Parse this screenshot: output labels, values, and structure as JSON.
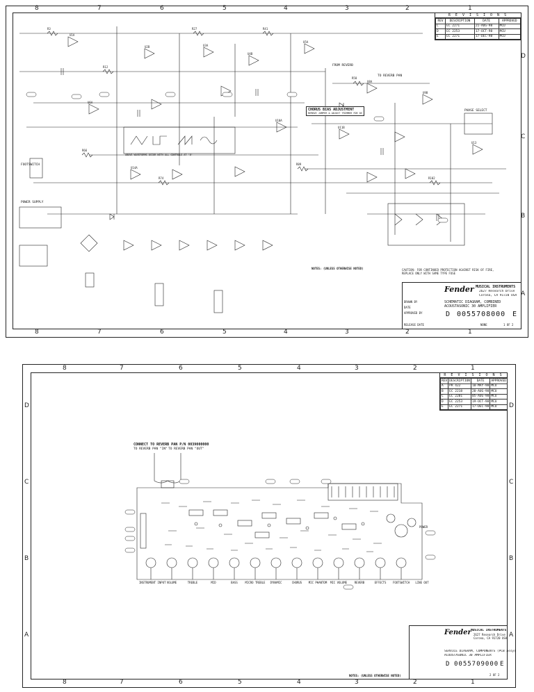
{
  "sheet1": {
    "zone_cols": [
      "8",
      "7",
      "6",
      "5",
      "4",
      "3",
      "2",
      "1"
    ],
    "zone_rows": [
      "D",
      "C",
      "B",
      "A"
    ],
    "revisions": {
      "heading": "R E V I S I O N S",
      "columns": [
        "REV",
        "DESCRIPTION",
        "DATE",
        "APPROVED"
      ],
      "rows": [
        [
          "C",
          "EC 2271",
          "21-AUG-98",
          "MCU"
        ],
        [
          "D",
          "EC 2253",
          "17-OCT-98",
          "MCU"
        ],
        [
          "E",
          "EC 2271",
          "17-DEC-98",
          "MCU"
        ]
      ]
    },
    "title_block": {
      "company": "MUSICAL INSTRUMENTS",
      "address1": "2627 Research Drive",
      "address2": "Corona, CA 91720 USA",
      "title": "SCHEMATIC DIAGRAM, COMBINED",
      "subtitle": "ACOUSTASONIC 30 AMPLIFIER",
      "size": "D",
      "dwg_no": "0055708000",
      "rev": "E",
      "drawn_by": "DRAWN BY",
      "date_label": "DATE",
      "approved_by": "APPROVED BY",
      "sheet": "1 OF 2",
      "scale": "NONE",
      "release": "RELEASE DATE"
    },
    "labels": {
      "chorus_bias": "CHORUS BIAS ADJUSTMENT",
      "chorus_bias_note": "REMOVE JUMPER & ADJUST TRIMMER FOR 0V",
      "to_reverb": "TO REVERB PAN",
      "from_reverb": "FROM REVERB",
      "footswitch": "FOOTSWITCH",
      "phase_select": "PHASE SELECT",
      "power_supply": "POWER SUPPLY",
      "waveforms": "ABOVE WAVEFORMS OCCUR WITH ALL CONTROLS AT '0'",
      "notes_title": "NOTES: (UNLESS OTHERWISE NOTED)",
      "fuse_note": "CAUTION: FOR CONTINUED PROTECTION AGAINST RISK OF FIRE, REPLACE ONLY WITH SAME TYPE FUSE"
    }
  },
  "sheet2": {
    "zone_cols": [
      "8",
      "7",
      "6",
      "5",
      "4",
      "3",
      "2",
      "1"
    ],
    "zone_rows": [
      "D",
      "C",
      "B",
      "A"
    ],
    "revisions": {
      "heading": "R E V I S I O N S",
      "columns": [
        "REV",
        "DESCRIPTION",
        "DATE",
        "APPROVED"
      ],
      "rows": [
        [
          "A",
          "PR 422",
          "10-MAY-98",
          "MCU"
        ],
        [
          "B",
          "EC 2218",
          "20-AUG-98",
          "MCU"
        ],
        [
          "C",
          "EC 2201",
          "05-AUG-98",
          "MCU"
        ],
        [
          "D",
          "EC 2253",
          "19-OCT-98",
          "MCU"
        ],
        [
          "E",
          "EC 2271",
          "17-DEC-98",
          "MCU"
        ]
      ]
    },
    "reverb_note": {
      "line1": "CONNECT TO REVERB PAN P/N 0039000000",
      "to_in": "TO REVERB PAN \"IN\"",
      "to_out": "TO REVERB PAN \"OUT\""
    },
    "controls": [
      "INSTRUMENT INPUT",
      "VOLUME",
      "TREBLE",
      "MID",
      "BASS",
      "MICRO TREBLE",
      "DYNAMIC",
      "CHORUS",
      "MIC PHANTOM",
      "MIC VOLUME",
      "REVERB",
      "EFFECTS",
      "FOOTSWITCH",
      "LINE OUT",
      "POWER"
    ],
    "title_block": {
      "company": "MUSICAL INSTRUMENTS",
      "address1": "2627 Research Drive",
      "address2": "Corona, CA 91720 USA",
      "title": "SERVICE DIAGRAM, COMPONENTS (PCB assy)",
      "subtitle": "ACOUSTASONIC 30 AMPLIFIER",
      "size": "D",
      "dwg_no": "0055709000",
      "rev": "E",
      "sheet": "2 OF 2"
    },
    "notes_title": "NOTES: (UNLESS OTHERWISE NOTED)"
  }
}
